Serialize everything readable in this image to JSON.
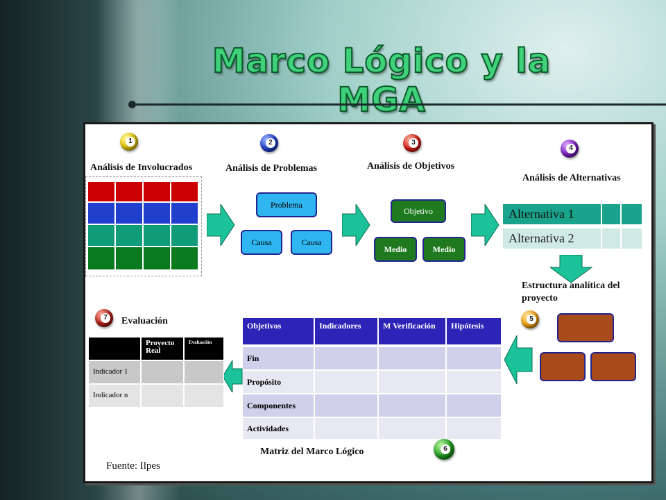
{
  "title": "Marco Lógico y la MGA",
  "steps": [
    {
      "num": "1",
      "label": "Análisis de Involucrados"
    },
    {
      "num": "2",
      "label": "Análisis de Problemas"
    },
    {
      "num": "3",
      "label": "Análisis de Objetivos"
    },
    {
      "num": "4",
      "label": "Análisis de Alternativas"
    },
    {
      "num": "5",
      "label": "Estructura analítica del proyecto"
    },
    {
      "num": "6",
      "label": "Matriz del Marco Lógico"
    },
    {
      "num": "7",
      "label": "Evaluación"
    }
  ],
  "problems_tree": {
    "root": "Problema",
    "children": [
      "Causa",
      "Causa"
    ]
  },
  "objectives_tree": {
    "root": "Objetivo",
    "children": [
      "Medio",
      "Medio"
    ]
  },
  "alternatives": [
    "Alternativa 1",
    "Alternativa 2"
  ],
  "matrix": {
    "headers": [
      "Objetivos",
      "Indicadores",
      "M Verificación",
      "Hipótesis"
    ],
    "rows": [
      "Fin",
      "Propósito",
      "Componentes",
      "Actividades"
    ]
  },
  "evaluation": {
    "headers": [
      "",
      "Proyecto Real",
      "Evaluación"
    ],
    "rows": [
      "Indicador 1",
      "Indicador n"
    ]
  },
  "source": "Fuente: Ilpes",
  "colors": {
    "title_green": "#3fd27a",
    "stakeholder_rows": [
      "#cc0000",
      "#1f3fcc",
      "#109c78",
      "#0a7a1e"
    ],
    "problem_box": "#2fb6f0",
    "objective_box": "#1f7a1f",
    "structure_box": "#a84a1a",
    "matrix_header": "#2d23b6",
    "arrow": "#1bc29a"
  }
}
